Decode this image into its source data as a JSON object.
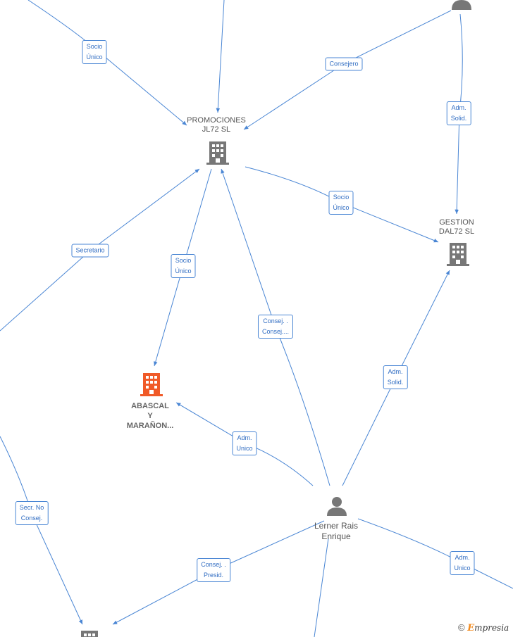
{
  "colors": {
    "edge": "#4a86d4",
    "label_text": "#2f6cc2",
    "company_icon": "#777777",
    "focus_icon": "#f05a28",
    "person_icon": "#777777"
  },
  "nodes": {
    "promociones": {
      "label": "PROMOCIONES\nJL72  SL",
      "icon": "building-icon"
    },
    "gestion": {
      "label": "GESTION\nDAL72  SL",
      "icon": "building-icon"
    },
    "abascal": {
      "label": "ABASCAL\nY\nMARAÑON...",
      "icon": "building-icon"
    },
    "lerner": {
      "label": "Lerner Rais\nEnrique",
      "icon": "person-icon"
    }
  },
  "edges": [
    {
      "id": "e1",
      "label": [
        "Socio",
        "Único"
      ]
    },
    {
      "id": "e2",
      "label": [
        "Consejero"
      ]
    },
    {
      "id": "e3",
      "label": [
        "Adm.",
        "Solid."
      ]
    },
    {
      "id": "e4",
      "label": [
        "Socio",
        "Único"
      ]
    },
    {
      "id": "e5",
      "label": [
        "Secretario"
      ]
    },
    {
      "id": "e6",
      "label": [
        "Socio",
        "Único"
      ]
    },
    {
      "id": "e7",
      "label": [
        "Consej. .",
        "Consej...."
      ]
    },
    {
      "id": "e8",
      "label": [
        "Adm.",
        "Solid."
      ]
    },
    {
      "id": "e9",
      "label": [
        "Adm.",
        "Unico"
      ]
    },
    {
      "id": "e10",
      "label": [
        "Secr.  No",
        "Consej."
      ]
    },
    {
      "id": "e11",
      "label": [
        "Consej. .",
        "Presid."
      ]
    },
    {
      "id": "e12",
      "label": [
        "Adm.",
        "Unico"
      ]
    }
  ],
  "brand": {
    "copyright": "©",
    "e": "E",
    "rest": "mpresia"
  }
}
